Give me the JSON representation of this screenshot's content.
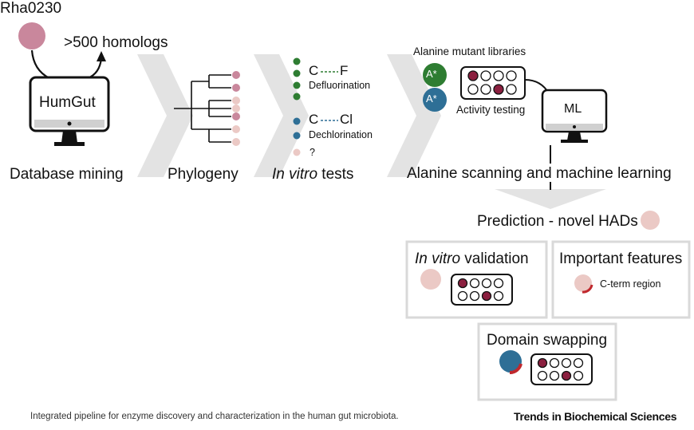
{
  "enzyme_label": "Rha0230",
  "homologs_label": ">500 homologs",
  "database_name": "HumGut",
  "step_database": "Database mining",
  "step_phylogeny": "Phylogeny",
  "step_invitro_italic": "In vitro",
  "step_invitro_rest": " tests",
  "cf_c": "C",
  "cf_f": "F",
  "defluorination": "Defluorination",
  "ccl_c": "C",
  "ccl_cl": "Cl",
  "dechlorination": "Dechlorination",
  "unknown_mark": "?",
  "alanine_libraries": "Alanine mutant libraries",
  "mutant_label": "A*",
  "activity_testing": "Activity testing",
  "ml_label": "ML",
  "step_alanine_ml": "Alanine scanning and machine learning",
  "prediction": "Prediction - novel HADs",
  "validation_italic": "In vitro",
  "validation_rest": " validation",
  "important_features": "Important features",
  "cterm_region": "C-term region",
  "domain_swapping": "Domain swapping",
  "caption": "Integrated pipeline for enzyme discovery and characterization in the human gut microbiota.",
  "journal": "Trends in Biochemical Sciences",
  "colors": {
    "pink": "#c9879c",
    "light_pink": "#ebc9c5",
    "dark_red": "#8b1f3f",
    "green": "#2e7d32",
    "blue": "#2e6f96",
    "gray_arrow": "#e3e3e3",
    "box_border": "#d9d9d9"
  }
}
